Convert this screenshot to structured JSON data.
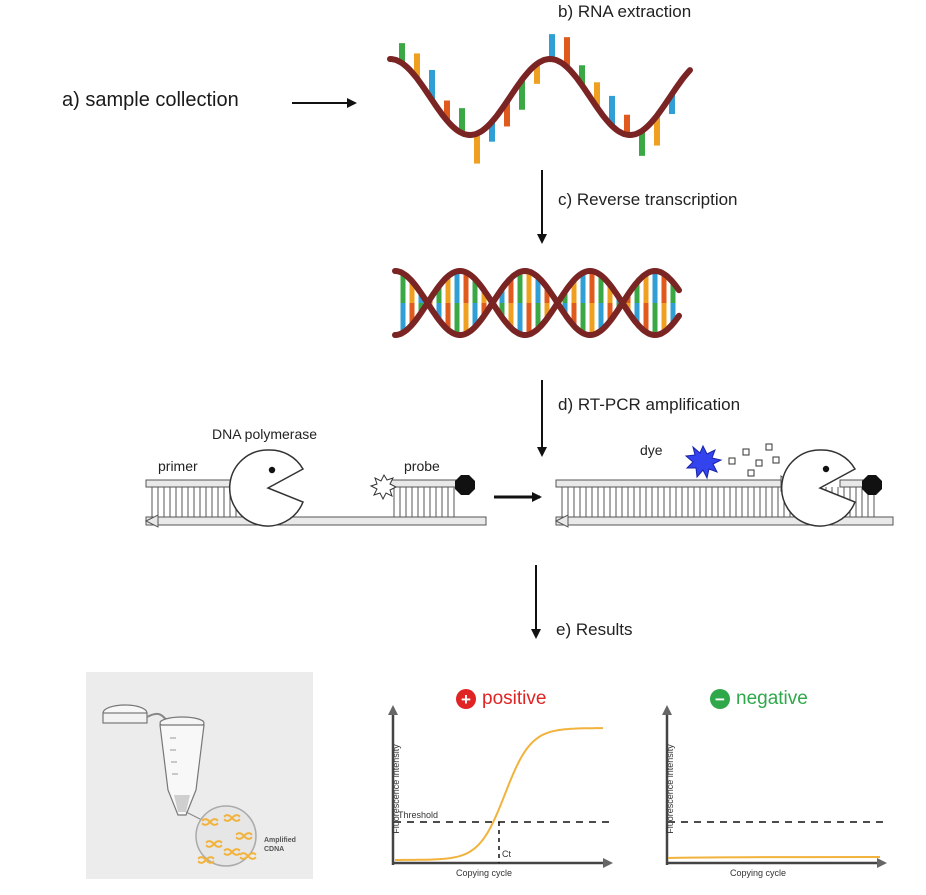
{
  "steps": {
    "a": "a) sample collection",
    "b": "b) RNA extraction",
    "c": "c) Reverse transcription",
    "d": "d) RT-PCR amplification",
    "e": "e) Results"
  },
  "pcr": {
    "enzyme": "DNA polymerase",
    "primer": "primer",
    "probe": "probe",
    "dye": "dye"
  },
  "tube": {
    "caption_line1": "Amplified",
    "caption_line2": "CDNA"
  },
  "positive_chart": {
    "sign": "+",
    "title": "positive",
    "ylabel": "Fluorescence intensity",
    "xlabel": "Copying cycle",
    "threshold_label": "Threshold",
    "ct_label": "Ct"
  },
  "negative_chart": {
    "sign": "−",
    "title": "negative",
    "ylabel": "Fluorescence intensity",
    "xlabel": "Copying cycle"
  },
  "colors": {
    "rna_backbone": "#7a2424",
    "base_green": "#3aa845",
    "base_blue": "#2f9fd6",
    "base_orange": "#f0a020",
    "base_red": "#e05a1e",
    "curve": "#f2b33d",
    "positive": "#e02424",
    "negative": "#2fa84a",
    "dye_star": "#3344ee"
  }
}
